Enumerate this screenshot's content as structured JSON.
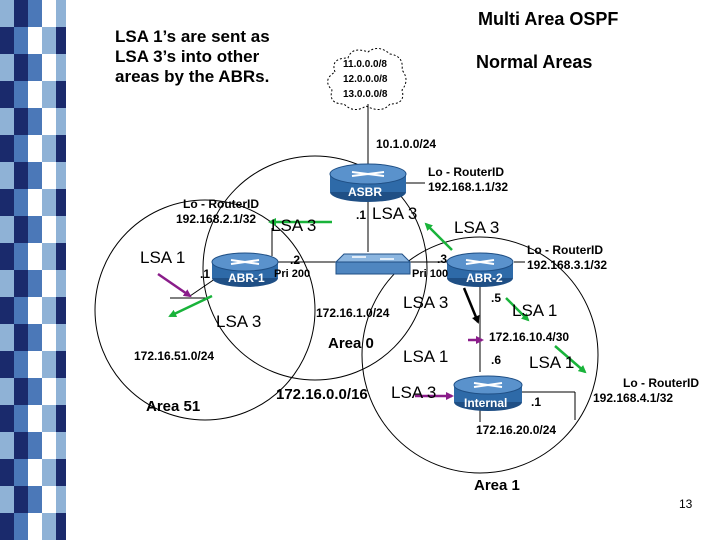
{
  "slide": {
    "caption_lines": [
      "LSA 1’s are sent as",
      "LSA 3’s into other",
      "areas by the ABRs."
    ],
    "title": "Multi Area OSPF",
    "subtitle": "Normal Areas",
    "page_number": "13"
  },
  "colors": {
    "strip_navy": "#1a2a6c",
    "strip_blue": "#4b78b8",
    "strip_light": "#8fb2d6",
    "strip_white": "#ffffff",
    "router_blue": "#2e6aa8",
    "switch_blue": "#4f86c0",
    "arrow_green": "#19b33a",
    "arrow_purple": "#8a1c8a",
    "arrow_black": "#000000"
  },
  "cloud": {
    "routes": [
      "11.0.0.0/8",
      "12.0.0.0/8",
      "13.0.0.0/8"
    ]
  },
  "devices": {
    "asbr": {
      "label": "ASBR",
      "icon": "router-icon"
    },
    "abr1": {
      "label": "ABR-1",
      "icon": "router-icon"
    },
    "abr2": {
      "label": "ABR-2",
      "icon": "router-icon"
    },
    "internal": {
      "label": "Internal",
      "icon": "router-icon"
    },
    "switch": {
      "icon": "switch-icon"
    }
  },
  "router_ids": {
    "asbr": [
      "Lo - RouterID",
      "192.168.1.1/32"
    ],
    "abr1": [
      "Lo - RouterID",
      "192.168.2.1/32"
    ],
    "abr2": [
      "Lo - RouterID",
      "192.168.3.1/32"
    ],
    "internal": [
      "Lo - RouterID",
      "192.168.4.1/32"
    ]
  },
  "networks": {
    "asbr_link": "10.1.0.0/24",
    "area0_lan": "172.16.1.0/24",
    "area51_lan": "172.16.51.0/24",
    "area1_link": "172.16.10.4/30",
    "area1_lan": "172.16.20.0/24",
    "summary": "172.16.0.0/16"
  },
  "interface_labels": {
    "asbr_dot1": ".1",
    "abr1_dot1": ".1",
    "abr1_dot2": ".2",
    "abr2_dot3": ".3",
    "abr2_dot5": ".5",
    "internal_dot6": ".6",
    "internal_dot1": ".1",
    "pri_abr1": "Pri 200",
    "pri_abr2": "Pri 100"
  },
  "areas": {
    "area0": "Area 0",
    "area1": "Area 1",
    "area51": "Area 51"
  },
  "lsa_labels": {
    "lsa3_asbr_left": "LSA 3",
    "lsa3_asbr_mid": "LSA 3",
    "lsa3_asbr_right": "LSA 3",
    "lsa1_abr1": "LSA 1",
    "lsa3_area51": "LSA 3",
    "lsa3_abr2": "LSA 3",
    "lsa1_abr2_right": "LSA 1",
    "lsa1_area1_left": "LSA 1",
    "lsa1_area1_right": "LSA 1",
    "lsa3_internal": "LSA 3"
  }
}
